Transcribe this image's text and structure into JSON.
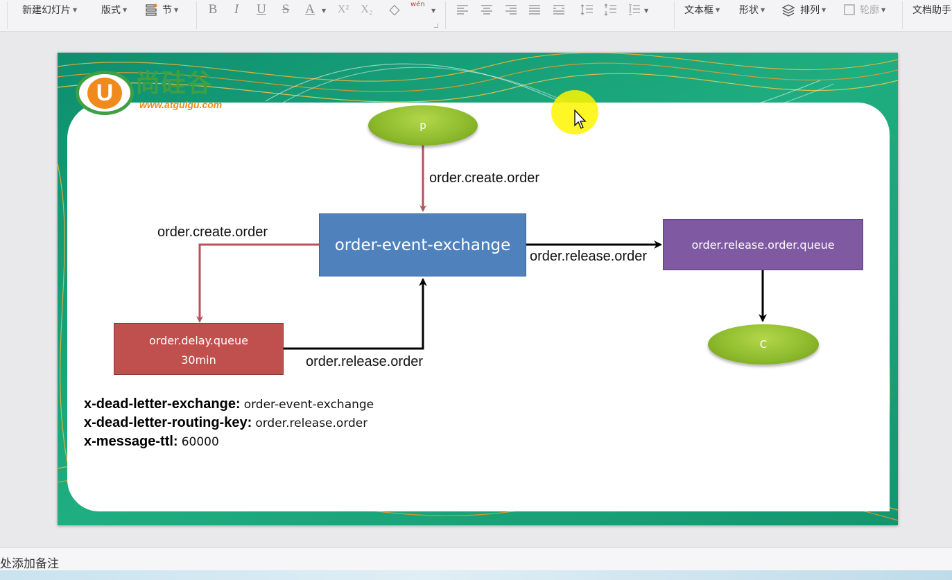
{
  "toolbar": {
    "new_slide": "新建幻灯片",
    "layout": "版式",
    "section": "节",
    "bold": "B",
    "italic": "I",
    "underline": "U",
    "strikethrough": "S",
    "font_color": "A",
    "superscript": "X²",
    "subscript": "X₂",
    "clear_format": "◇",
    "phonetic": "wén",
    "text_box": "文本框",
    "shape": "形状",
    "arrange": "排列",
    "outline": "轮廓",
    "doc_assistant": "文档助手"
  },
  "slide": {
    "logo": {
      "name": "尚硅谷",
      "url": "www.atguigu.com",
      "letter": "U"
    },
    "nodes": {
      "producer": "p",
      "exchange": "order-event-exchange",
      "release_queue": "order.release.order.queue",
      "delay_queue_line1": "order.delay.queue",
      "delay_queue_line2": "30min",
      "consumer": "C"
    },
    "edge_labels": {
      "p_to_exchange": "order.create.order",
      "exchange_to_delay": "order.create.order",
      "exchange_to_release": "order.release.order",
      "delay_to_exchange": "order.release.order"
    },
    "args": [
      {
        "key": "x-dead-letter-exchange:",
        "value": "order-event-exchange"
      },
      {
        "key": "x-dead-letter-routing-key:",
        "value": "order.release.order"
      },
      {
        "key": "x-message-ttl:",
        "value": "60000"
      }
    ]
  },
  "notes": {
    "placeholder": "处添加备注"
  },
  "colors": {
    "slide_green": "#1aa07a",
    "exchange_blue": "#4f81bd",
    "queue_purple": "#7f5aa2",
    "delay_red": "#c0504d",
    "ellipse_green": "#8cba2c",
    "create_arrow": "#b5525a",
    "release_arrow": "#000000"
  }
}
